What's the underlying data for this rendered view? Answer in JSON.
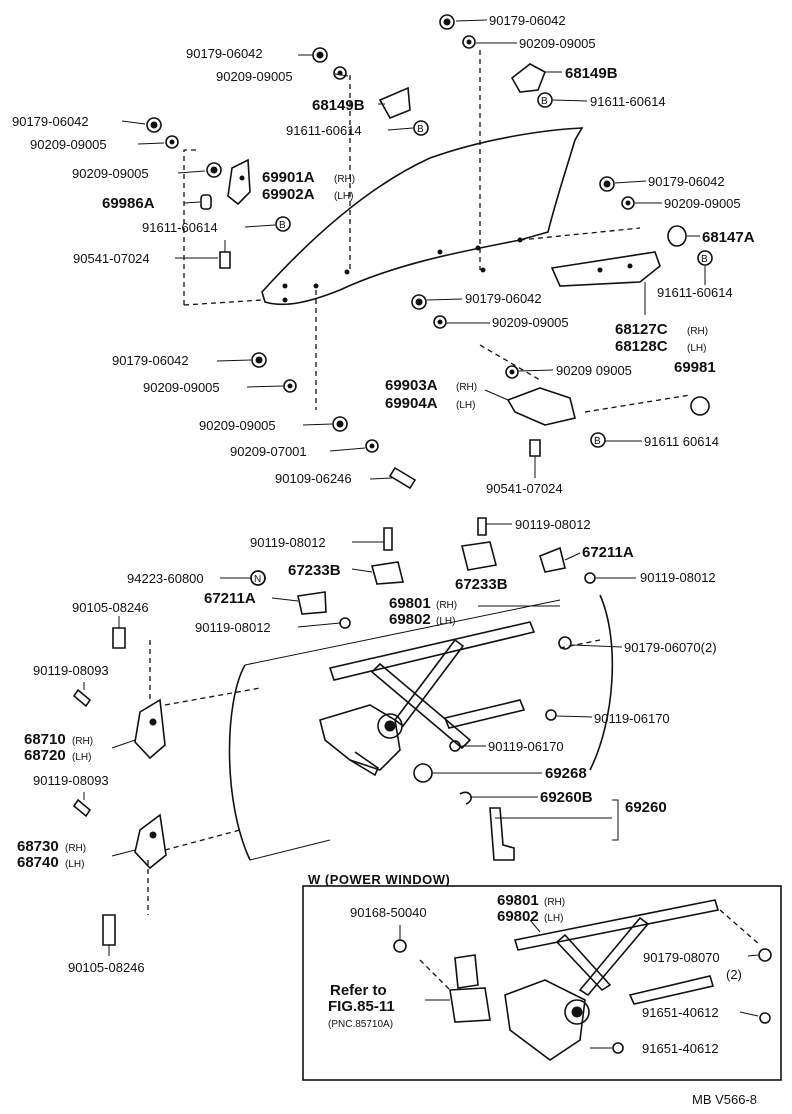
{
  "labels": {
    "n90179_a": "90179-06042",
    "n90209_a": "90209-09005",
    "n68149b_a": "68149B",
    "n91611_a": "91611-60614",
    "n90179_b": "90179-06042",
    "n90209_b": "90209-09005",
    "n68149b_b": "68149B",
    "n91611_b": "91611-60614",
    "n90179_c": "90179-06042",
    "n90209_c": "90209-09005",
    "n90209_d": "90209-09005",
    "n69901a": "69901A",
    "n69901a_side": "(RH)",
    "n69902a": "69902A",
    "n69902a_side": "(LH)",
    "n69986a": "69986A",
    "n91611_c": "91611-60614",
    "n90541_a": "90541-07024",
    "n90179_d": "90179-06042",
    "n90209_e": "90209-09005",
    "n68147a": "68147A",
    "n91611_d": "91611-60614",
    "n68127c": "68127C",
    "n68127c_side": "(RH)",
    "n68128c": "68128C",
    "n68128c_side": "(LH)",
    "n90179_e": "90179-06042",
    "n90209_f": "90209-09005",
    "n90179_f": "90179-06042",
    "n90209_g": "90209-09005",
    "n90209_h": "90209 09005",
    "n69981": "69981",
    "n69903a": "69903A",
    "n69903a_side": "(RH)",
    "n69904a": "69904A",
    "n69904a_side": "(LH)",
    "n91611_e": "91611 60614",
    "n90209_i": "90209-09005",
    "n90209_j": "90209-07001",
    "n90109": "90109-06246",
    "n90541_b": "90541-07024",
    "n90119_a": "90119-08012",
    "n90119_b": "90119-08012",
    "n67211a_a": "67211A",
    "n67233b_a": "67233B",
    "n67233b_b": "67233B",
    "n90119_c": "90119-08012",
    "n94223": "94223-60800",
    "n67211a_b": "67211A",
    "n90105_a": "90105-08246",
    "n90119_d": "90119-08012",
    "n69801_a": "69801",
    "n69801_a_side": "(RH)",
    "n69802_a": "69802",
    "n69802_a_side": "(LH)",
    "n90179_g": "90179-06070(2)",
    "n90119_e": "90119-08093",
    "n68710": "68710",
    "n68710_side": "(RH)",
    "n68720": "68720",
    "n68720_side": "(LH)",
    "n90119_f": "90119-06170",
    "n90119_g": "90119-06170",
    "n69268": "69268",
    "n90119_h": "90119-08093",
    "n69260b": "69260B",
    "n69260": "69260",
    "n68730": "68730",
    "n68730_side": "(RH)",
    "n68740": "68740",
    "n68740_side": "(LH)",
    "n90105_b": "90105-08246",
    "pw_title": "W (POWER   WINDOW)",
    "n69801_b": "69801",
    "n69801_b_side": "(RH)",
    "n69802_b": "69802",
    "n69802_b_side": "(LH)",
    "n90168": "90168-50040",
    "n90179_h": "90179-08070",
    "n90179_h_qty": "(2)",
    "refer1": "Refer to",
    "refer2": "FIG.85-11",
    "refer3": "(PNC.85710A)",
    "n91651_a": "91651-40612",
    "n91651_b": "91651-40612",
    "callout_b": "B",
    "callout_n": "N",
    "footer": "MB  V566-8"
  }
}
